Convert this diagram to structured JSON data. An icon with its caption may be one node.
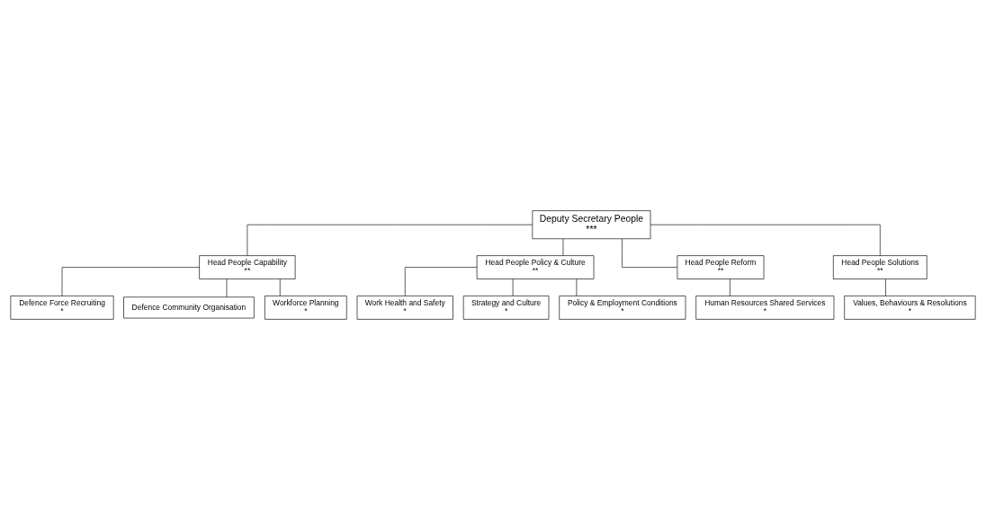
{
  "diagram": {
    "nodes": [
      {
        "text": [
          "Deputy Secretary People",
          "***"
        ]
      },
      {
        "text": [
          "Head People Capability",
          "**"
        ]
      },
      {
        "text": [
          "Head People Policy & Culture",
          "**"
        ]
      },
      {
        "text": [
          "Head People Reform",
          "**"
        ]
      },
      {
        "text": [
          "Head People Solutions",
          "**"
        ]
      },
      {
        "text": [
          "Defence Force Recruiting",
          "*"
        ]
      },
      {
        "text": [
          "Defence Community Organisation"
        ]
      },
      {
        "text": [
          "Workforce Planning",
          "*"
        ]
      },
      {
        "text": [
          "Work Health and Safety",
          "*"
        ]
      },
      {
        "text": [
          "Strategy and Culture",
          "*"
        ]
      },
      {
        "text": [
          "Policy & Employment Conditions",
          "*"
        ]
      },
      {
        "text": [
          "Human Resources Shared Services",
          "*"
        ]
      },
      {
        "text": [
          "Values, Behaviours & Resolutions",
          "*"
        ]
      }
    ],
    "edges": [
      {
        "from": 0,
        "to": 1,
        "arrow": "none"
      },
      {
        "from": 0,
        "to": 2,
        "arrow": "none"
      },
      {
        "from": 0,
        "to": 3,
        "arrow": "none"
      },
      {
        "from": 0,
        "to": 4,
        "arrow": "none"
      },
      {
        "from": 1,
        "to": 5,
        "arrow": "none"
      },
      {
        "from": 1,
        "to": 6,
        "arrow": "none"
      },
      {
        "from": 1,
        "to": 7,
        "arrow": "none"
      },
      {
        "from": 2,
        "to": 8,
        "arrow": "none"
      },
      {
        "from": 2,
        "to": 9,
        "arrow": "none"
      },
      {
        "from": 2,
        "to": 10,
        "arrow": "none"
      },
      {
        "from": 3,
        "to": 11,
        "arrow": "none"
      },
      {
        "from": 4,
        "to": 12,
        "arrow": "none"
      }
    ]
  }
}
